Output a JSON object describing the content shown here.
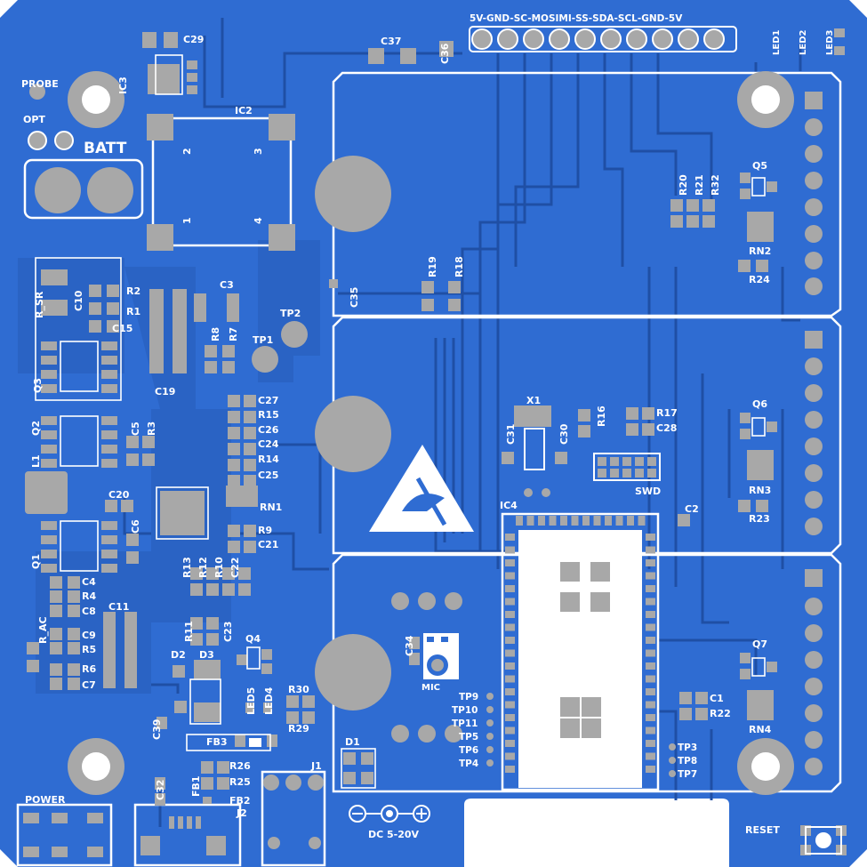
{
  "colors": {
    "board": "#2f6cd2",
    "pour": "#2a63c4",
    "trace": "#1f4fa5",
    "pad": "#a8a8a8",
    "silk": "#ffffff",
    "outside": "#ffffff"
  },
  "header": {
    "label": "5V-GND-SC-MOSIMI-SS-SDA-SCL-GND-5V"
  },
  "labels": {
    "probe": "PROBE",
    "opt": "OPT",
    "batt": "BATT",
    "power": "POWER",
    "reset": "RESET",
    "dc": "DC 5-20V",
    "swd": "SWD",
    "mic": "MIC",
    "minus": "⊖",
    "plus": "⊕"
  },
  "refs": {
    "C29": "C29",
    "C37": "C37",
    "C36": "C36",
    "IC3": "IC3",
    "IC2": "IC2",
    "IC4": "IC4",
    "LED1": "LED1",
    "LED2": "LED2",
    "LED3": "LED3",
    "R_SR": "R_SR",
    "C10": "C10",
    "R2": "R2",
    "R1": "R1",
    "C15": "C15",
    "C3": "C3",
    "C35": "C35",
    "R19": "R19",
    "R18": "R18",
    "R20": "R20",
    "R21": "R21",
    "R32": "R32",
    "Q5": "Q5",
    "RN2": "RN2",
    "R24": "R24",
    "TP2": "TP2",
    "TP1": "TP1",
    "R8": "R8",
    "R7": "R7",
    "Q3": "Q3",
    "C19": "C19",
    "C27": "C27",
    "R15": "R15",
    "C26": "C26",
    "C24": "C24",
    "R14": "R14",
    "C25": "C25",
    "RN1": "RN1",
    "Q2": "Q2",
    "C5": "C5",
    "R3": "R3",
    "L1": "L1",
    "C20": "C20",
    "C6": "C6",
    "Q1": "Q1",
    "R9": "R9",
    "C21": "C21",
    "X1": "X1",
    "R16": "R16",
    "R17": "R17",
    "C28": "C28",
    "C31": "C31",
    "C30": "C30",
    "Q6": "Q6",
    "RN3": "RN3",
    "R23": "R23",
    "C2": "C2",
    "R13": "R13",
    "R12": "R12",
    "R10": "R10",
    "C22": "C22",
    "C4": "C4",
    "R4": "R4",
    "C8": "C8",
    "C11": "C11",
    "R_AC": "R_AC",
    "C9": "C9",
    "R5": "R5",
    "R6": "R6",
    "C7": "C7",
    "R11": "R11",
    "C23": "C23",
    "Q4": "Q4",
    "D2": "D2",
    "D3": "D3",
    "LED5": "LED5",
    "LED4": "LED4",
    "R30": "R30",
    "R29": "R29",
    "C34": "C34",
    "Q7": "Q7",
    "RN4": "RN4",
    "C1": "C1",
    "R22": "R22",
    "TP9": "TP9",
    "TP10": "TP10",
    "TP11": "TP11",
    "TP5": "TP5",
    "TP6": "TP6",
    "TP4": "TP4",
    "TP3": "TP3",
    "TP8": "TP8",
    "TP7": "TP7",
    "C39": "C39",
    "FB3": "FB3",
    "D1": "D1",
    "R26": "R26",
    "R25": "R25",
    "J1": "J1",
    "C32": "C32",
    "FB1": "FB1",
    "FB2": "FB2",
    "J2": "J2"
  },
  "pad_numbers": {
    "p1": "1",
    "p2": "2",
    "p3": "3",
    "p4": "4"
  },
  "icons": [
    "esd-warning-icon",
    "dc-polarity-icon"
  ]
}
